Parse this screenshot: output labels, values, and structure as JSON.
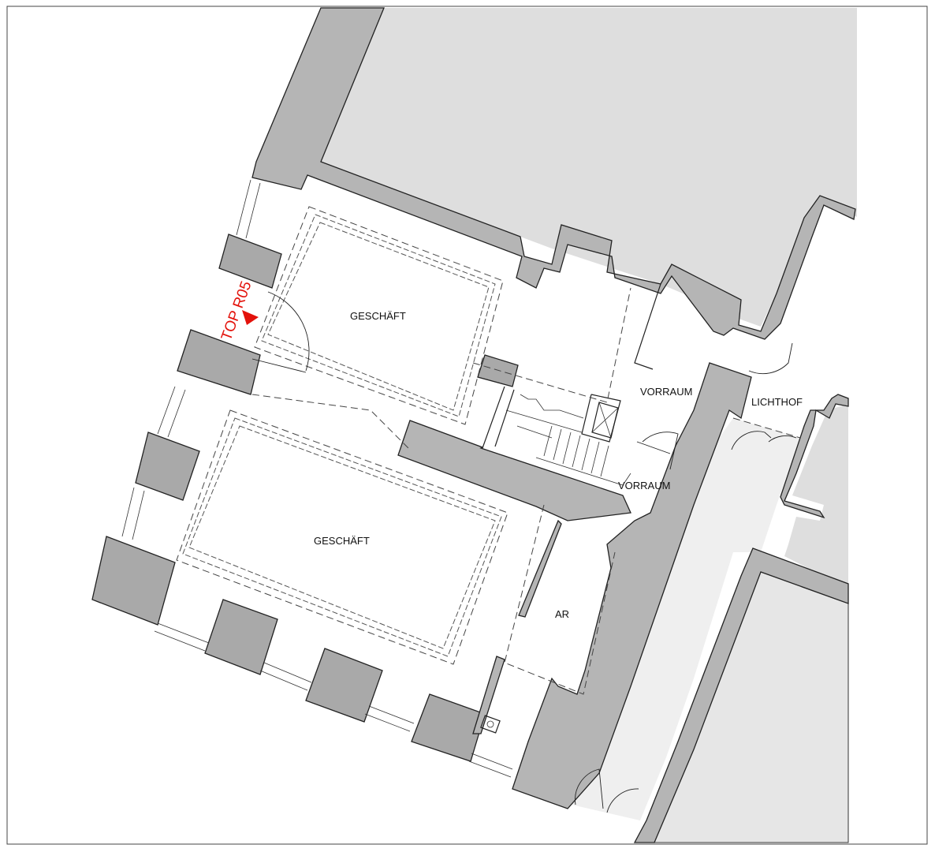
{
  "rooms": {
    "shop_upper": "GESCHÄFT",
    "shop_lower": "GESCHÄFT",
    "vorraum_upper": "VORRAUM",
    "vorraum_lower": "VORRAUM",
    "lichthof": "LICHTHOF",
    "ar": "AR"
  },
  "unit_tag": "TOP R05",
  "colors": {
    "wall": "#b5b5b5",
    "neighbor": "#dedede",
    "courtyard": "#efefef",
    "tag": "#e3120b"
  }
}
